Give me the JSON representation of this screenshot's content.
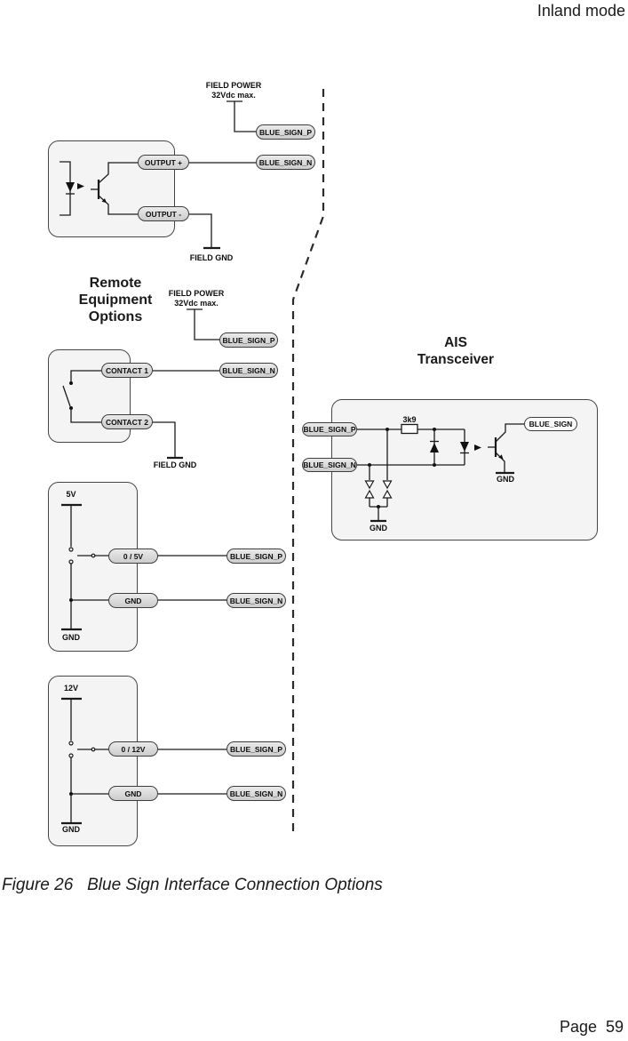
{
  "page": {
    "header": "Inland mode",
    "footer": "Page  59",
    "caption": "Figure 26   Blue Sign Interface Connection Options"
  },
  "titles": {
    "remote": "Remote\nEquipment\nOptions",
    "ais": "AIS\nTransceiver"
  },
  "labels": {
    "field_power": "FIELD POWER\n32Vdc max.",
    "field_gnd": "FIELD GND",
    "gnd": "GND",
    "v5": "5V",
    "v12": "12V",
    "resistor": "3k9"
  },
  "pills": {
    "blue_sign_p": "BLUE_SIGN_P",
    "blue_sign_n": "BLUE_SIGN_N",
    "blue_sign": "BLUE_SIGN",
    "output_plus": "OUTPUT +",
    "output_minus": "OUTPUT -",
    "contact_1": "CONTACT 1",
    "contact_2": "CONTACT 2",
    "sw_5v": "0 / 5V",
    "sw_12v": "0 / 12V",
    "gnd": "GND"
  },
  "colors": {
    "wire": "#1a1a1a",
    "box_fill": "#f4f4f4",
    "box_border": "#464646",
    "pill_fill": "#d9d9d9",
    "pill_border": "#3d3d3d",
    "background": "#ffffff"
  }
}
